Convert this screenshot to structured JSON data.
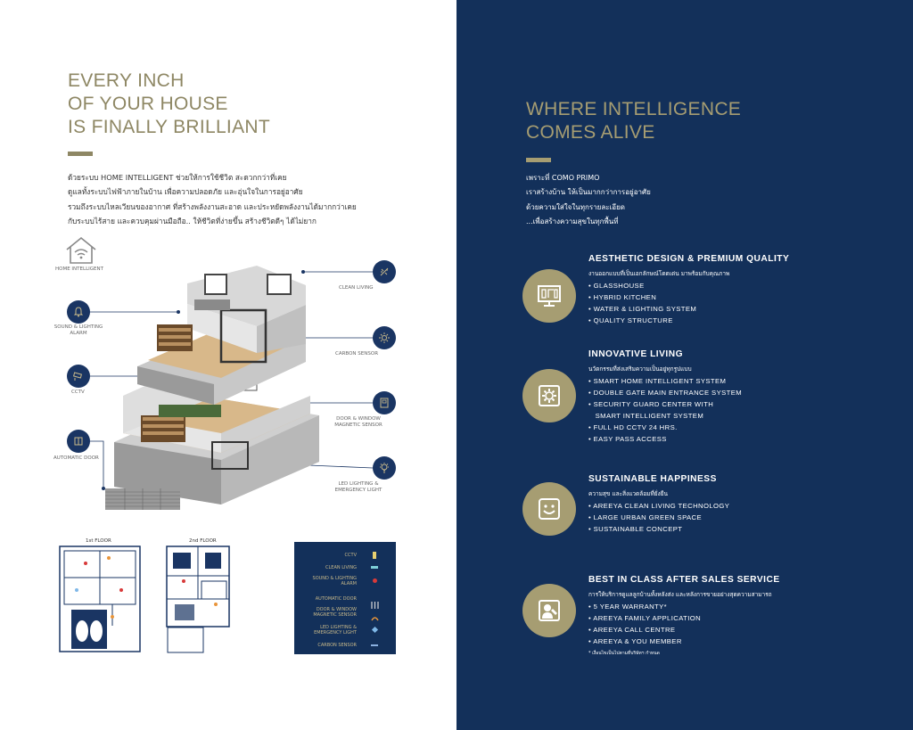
{
  "left": {
    "title_lines": [
      "EVERY INCH",
      "OF YOUR HOUSE",
      "IS FINALLY BRILLIANT"
    ],
    "paragraph_lines": [
      "ด้วยระบบ HOME INTELLIGENT ช่วยให้การใช้ชีวิต สะดวกกว่าที่เคย",
      "ดูแลทั้งระบบไฟฟ้าภายในบ้าน เพื่อความปลอดภัย และอุ่นใจในการอยู่อาศัย",
      "รวมถึงระบบไหลเวียนของอากาศ ที่สร้างพลังงานสะอาด และประหยัดพลังงานได้มากกว่าเคย",
      "กับระบบไร้สาย และควบคุมผ่านมือถือ.. ให้ชีวิตที่ง่ายขึ้น สร้างชีวิตดีๆ ได้ไม่ยาก"
    ],
    "features": {
      "home_intelligent": "HOME INTELLIGENT",
      "sound_lighting": "SOUND & LIGHTING\nALARM",
      "cctv": "CCTV",
      "automatic_door": "AUTOMATIC DOOR",
      "clean_living": "CLEAN LIVING",
      "carbon_sensor": "CARBON SENSOR",
      "door_window": "DOOR & WINDOW\nMAGNETIC SENSOR",
      "led_lighting": "LED LIGHTING &\nEMERGENCY LIGHT"
    },
    "floor1_label": "1st FLOOR",
    "floor2_label": "2nd FLOOR",
    "legend": [
      {
        "label": "CCTV",
        "color": "#e8d070"
      },
      {
        "label": "CLEAN LIVING",
        "color": "#7fd0d8"
      },
      {
        "label": "SOUND & LIGHTING\nALARM",
        "color": "#d83a3a"
      },
      {
        "label": "AUTOMATIC DOOR",
        "color": "#d8d8d8"
      },
      {
        "label": "DOOR & WINDOW\nMAGNETIC SENSOR",
        "color": "#e8953a"
      },
      {
        "label": "LED LIGHTING &\nEMERGENCY LIGHT",
        "color": "#7fb8e8"
      },
      {
        "label": "CARBON SENSOR",
        "color": "#8ab0e0"
      }
    ]
  },
  "right": {
    "title_lines": [
      "WHERE INTELLIGENCE",
      "COMES ALIVE"
    ],
    "paragraph_lines": [
      "เพราะที่ COMO PRIMO",
      "เราสร้างบ้าน ให้เป็นมากกว่าการอยู่อาศัย",
      "ด้วยความใส่ใจในทุกรายละเอียด",
      "...เพื่อสร้างความสุขในทุกพื้นที่"
    ],
    "sections": [
      {
        "title": "AESTHETIC DESIGN & PREMIUM QUALITY",
        "subtitle": "งานออกแบบที่เป็นเอกลักษณ์โดดเด่น มาพร้อมกับคุณภาพ",
        "items": [
          "• GLASSHOUSE",
          "• HYBRID KITCHEN",
          "• WATER & LIGHTING SYSTEM",
          "• QUALITY STRUCTURE"
        ],
        "icon": "design-board-icon"
      },
      {
        "title": "INNOVATIVE LIVING",
        "subtitle": "นวัตกรรมที่ส่งเสริมความเป็นอยู่ทุกรูปแบบ",
        "items": [
          "• SMART HOME INTELLIGENT SYSTEM",
          "• DOUBLE GATE MAIN ENTRANCE SYSTEM",
          "• SECURITY GUARD CENTER WITH",
          "   SMART INTELLIGENT SYSTEM",
          "• FULL HD CCTV 24 HRS.",
          "• EASY PASS ACCESS"
        ],
        "icon": "gear-icon"
      },
      {
        "title": "SUSTAINABLE HAPPINESS",
        "subtitle": "ความสุข และสิ่งแวดล้อมที่ยั่งยืน",
        "items": [
          "• AREEYA CLEAN LIVING TECHNOLOGY",
          "• LARGE URBAN GREEN SPACE",
          "• SUSTAINABLE CONCEPT"
        ],
        "icon": "smiley-icon"
      },
      {
        "title": "BEST IN CLASS AFTER SALES SERVICE",
        "subtitle": "การให้บริการดูแลลูกบ้านทั้งหลังส่ง และหลังการขายอย่างสุดความสามารถ",
        "items": [
          "• 5 YEAR WARRANTY*",
          "• AREEYA FAMILY APPLICATION",
          "• AREEYA CALL CENTRE",
          "• AREEYA & YOU MEMBER"
        ],
        "note": "* เงื่อนไขเป็นไปตามที่บริษัทฯ กำหนด",
        "icon": "service-person-icon"
      }
    ]
  }
}
